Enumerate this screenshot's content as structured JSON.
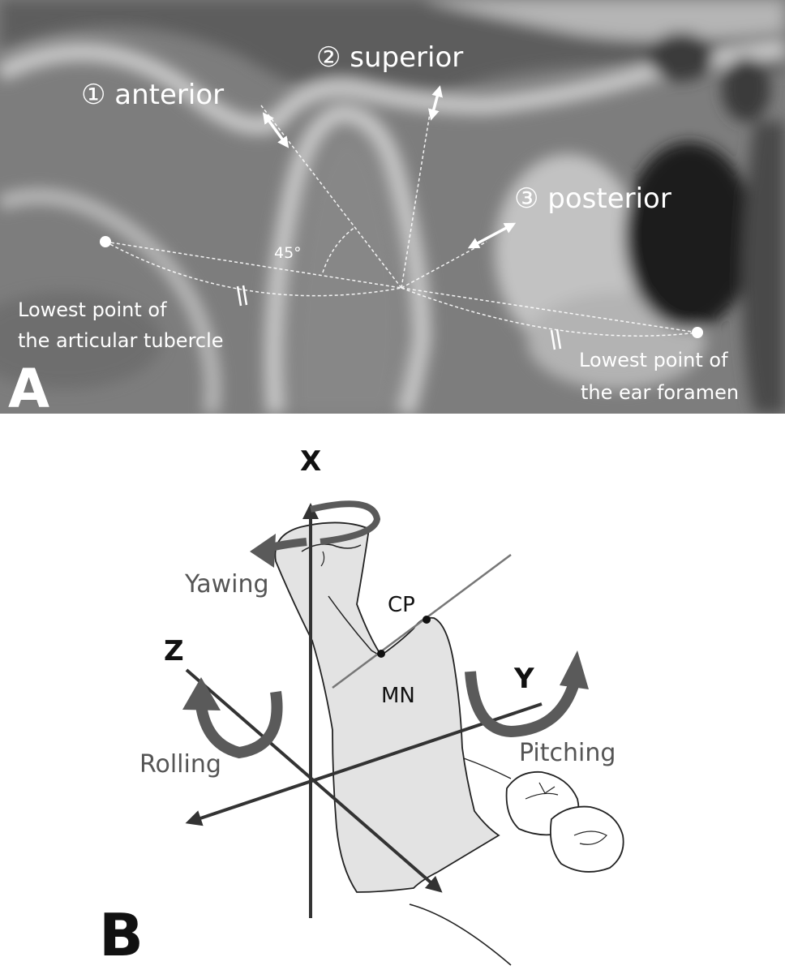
{
  "panel_a": {
    "letter": "A",
    "dir1": "① anterior",
    "dir2": "② superior",
    "dir3": "③ posterior",
    "angle": "45°",
    "tubercle_line1": "Lowest point of",
    "tubercle_line2": "the articular tubercle",
    "ear_line1": "Lowest point of",
    "ear_line2": "the ear foramen"
  },
  "panel_b": {
    "letter": "B",
    "axis_x": "X",
    "axis_y": "Y",
    "axis_z": "Z",
    "yawing": "Yawing",
    "pitching": "Pitching",
    "rolling": "Rolling",
    "cp": "CP",
    "mn": "MN"
  },
  "colors": {
    "panel_a_bg": "#7d7d7d",
    "bone": "#c9c9c9",
    "cavity": "#1c1c1c",
    "axis": "#333333",
    "rotation_arrow": "#5a5a5a",
    "condyle_fill": "#e3e3e3"
  }
}
